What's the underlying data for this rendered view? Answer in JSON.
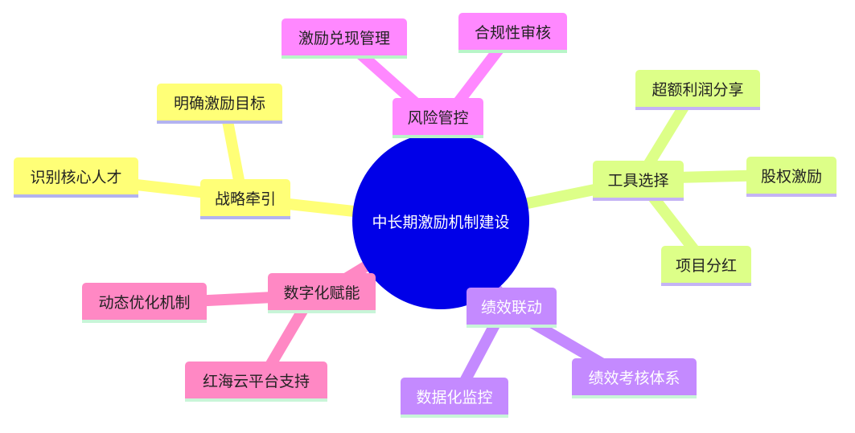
{
  "root": {
    "label": "中长期激励机制建设",
    "color": "#0000e8"
  },
  "branches": [
    {
      "label": "风险管控",
      "color": "#ff88ff",
      "children": [
        "激励兑现管理",
        "合规性审核"
      ]
    },
    {
      "label": "工具选择",
      "color": "#ddff88",
      "children": [
        "超额利润分享",
        "股权激励",
        "项目分红"
      ]
    },
    {
      "label": "绩效联动",
      "color": "#c48aff",
      "children": [
        "数据化监控",
        "绩效考核体系"
      ]
    },
    {
      "label": "数字化赋能",
      "color": "#ff88c4",
      "children": [
        "动态优化机制",
        "红海云平台支持"
      ]
    },
    {
      "label": "战略牵引",
      "color": "#ffff77",
      "children": [
        "识别核心人才",
        "明确激励目标"
      ]
    }
  ]
}
